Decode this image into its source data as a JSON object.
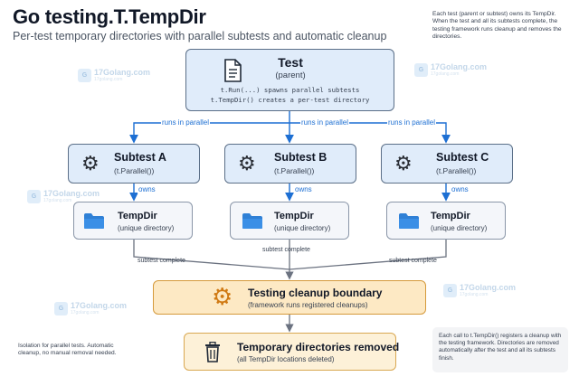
{
  "header": {
    "title": "Go testing.T.TempDir",
    "subtitle": "Per-test temporary directories with parallel subtests and automatic cleanup"
  },
  "notes": {
    "top_right": "Each test (parent or subtest) owns its TempDir. When the test and all its subtests complete, the testing framework runs cleanup and removes the directories.",
    "bottom_left": "Isolation for parallel tests. Automatic cleanup, no manual removal needed.",
    "bottom_right": "Each call to t.TempDir() registers a cleanup with the testing framework. Directories are removed automatically after the test and all its subtests finish."
  },
  "test_box": {
    "title": "Test",
    "subtitle": "(parent)",
    "line1": "t.Run(...) spawns parallel subtests",
    "line2": "t.TempDir() creates a per-test directory"
  },
  "edges": {
    "runs_in_parallel": "runs in parallel",
    "owns": "owns",
    "subtest_complete": "subtest complete"
  },
  "subtests": [
    {
      "title": "Subtest A",
      "subtitle": "(t.Parallel())"
    },
    {
      "title": "Subtest B",
      "subtitle": "(t.Parallel())"
    },
    {
      "title": "Subtest C",
      "subtitle": "(t.Parallel())"
    }
  ],
  "tempdirs": [
    {
      "title": "TempDir",
      "subtitle": "(unique directory)"
    },
    {
      "title": "TempDir",
      "subtitle": "(unique directory)"
    },
    {
      "title": "TempDir",
      "subtitle": "(unique directory)"
    }
  ],
  "cleanup": {
    "title": "Testing cleanup boundary",
    "subtitle": "(framework runs registered cleanups)"
  },
  "removed": {
    "title": "Temporary directories removed",
    "subtitle": "(all TempDir locations deleted)"
  },
  "watermark": {
    "text": "17Golang.com",
    "sub": "17golang.com"
  },
  "colors": {
    "accent_blue": "#1d6fd3",
    "node_fill": "#e0ecfa",
    "cleanup_fill": "#fde9c4",
    "gear": "#2b2f36",
    "folder": "#2f80d6"
  }
}
